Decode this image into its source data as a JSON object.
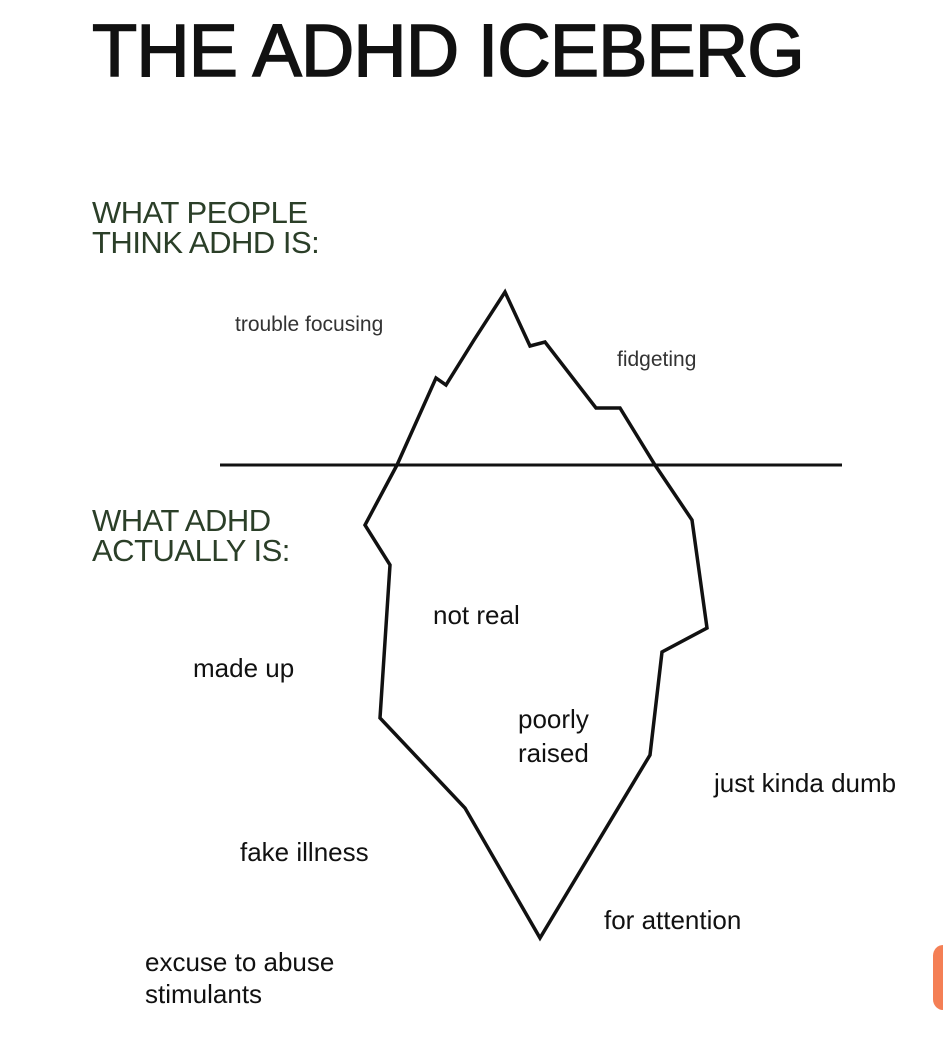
{
  "title": "THE ADHD ICEBERG",
  "above": {
    "heading_line1": "WHAT PEOPLE",
    "heading_line2": "THINK ADHD IS:",
    "items": [
      "trouble focusing",
      "fidgeting"
    ]
  },
  "below": {
    "heading_line1": "WHAT ADHD",
    "heading_line2": "ACTUALLY IS:",
    "items": [
      "not real",
      "made up",
      "poorly",
      "raised",
      "just kinda dumb",
      "fake illness",
      "for attention",
      "excuse to abuse",
      "stimulants"
    ]
  },
  "colors": {
    "heading": "#2b3f28",
    "line": "#111111",
    "badge": "#f47f55"
  }
}
